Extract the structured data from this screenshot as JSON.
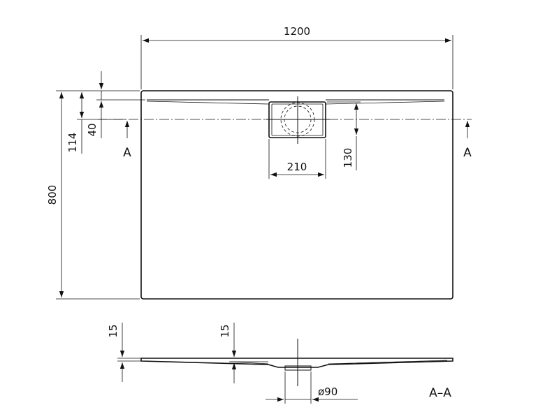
{
  "plan": {
    "width_label": "1200",
    "height_label": "800",
    "offset_114_label": "114",
    "offset_40_label": "40",
    "drain_width_label": "210",
    "drain_depth_label": "130",
    "section_marker_left": "A",
    "section_marker_right": "A"
  },
  "section": {
    "thickness_left_label": "15",
    "thickness_mid_label": "15",
    "drain_diameter_label": "ø90",
    "title": "A–A"
  }
}
